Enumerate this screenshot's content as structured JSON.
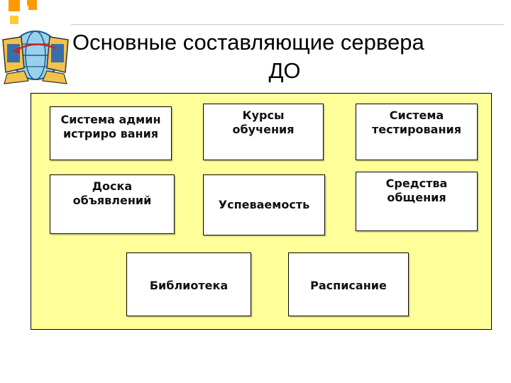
{
  "title": {
    "line1": "Основные составляющие сервера",
    "line2": "ДО"
  },
  "logo": {
    "icon": "globe-computers-icon"
  },
  "decoration": {
    "icon": "corner-squares-icon",
    "colors": [
      "#ff9900",
      "#ffcc33"
    ]
  },
  "panel": {
    "background": "#ffff99"
  },
  "boxes": {
    "admin": "Система администриро вания",
    "courses": "Курсы обучения",
    "testing": "Система тестирования",
    "board": "Доска объявлений",
    "progress": "Успеваемость",
    "communication": "Средства общения",
    "library": "Библиотека",
    "schedule": "Расписание"
  }
}
